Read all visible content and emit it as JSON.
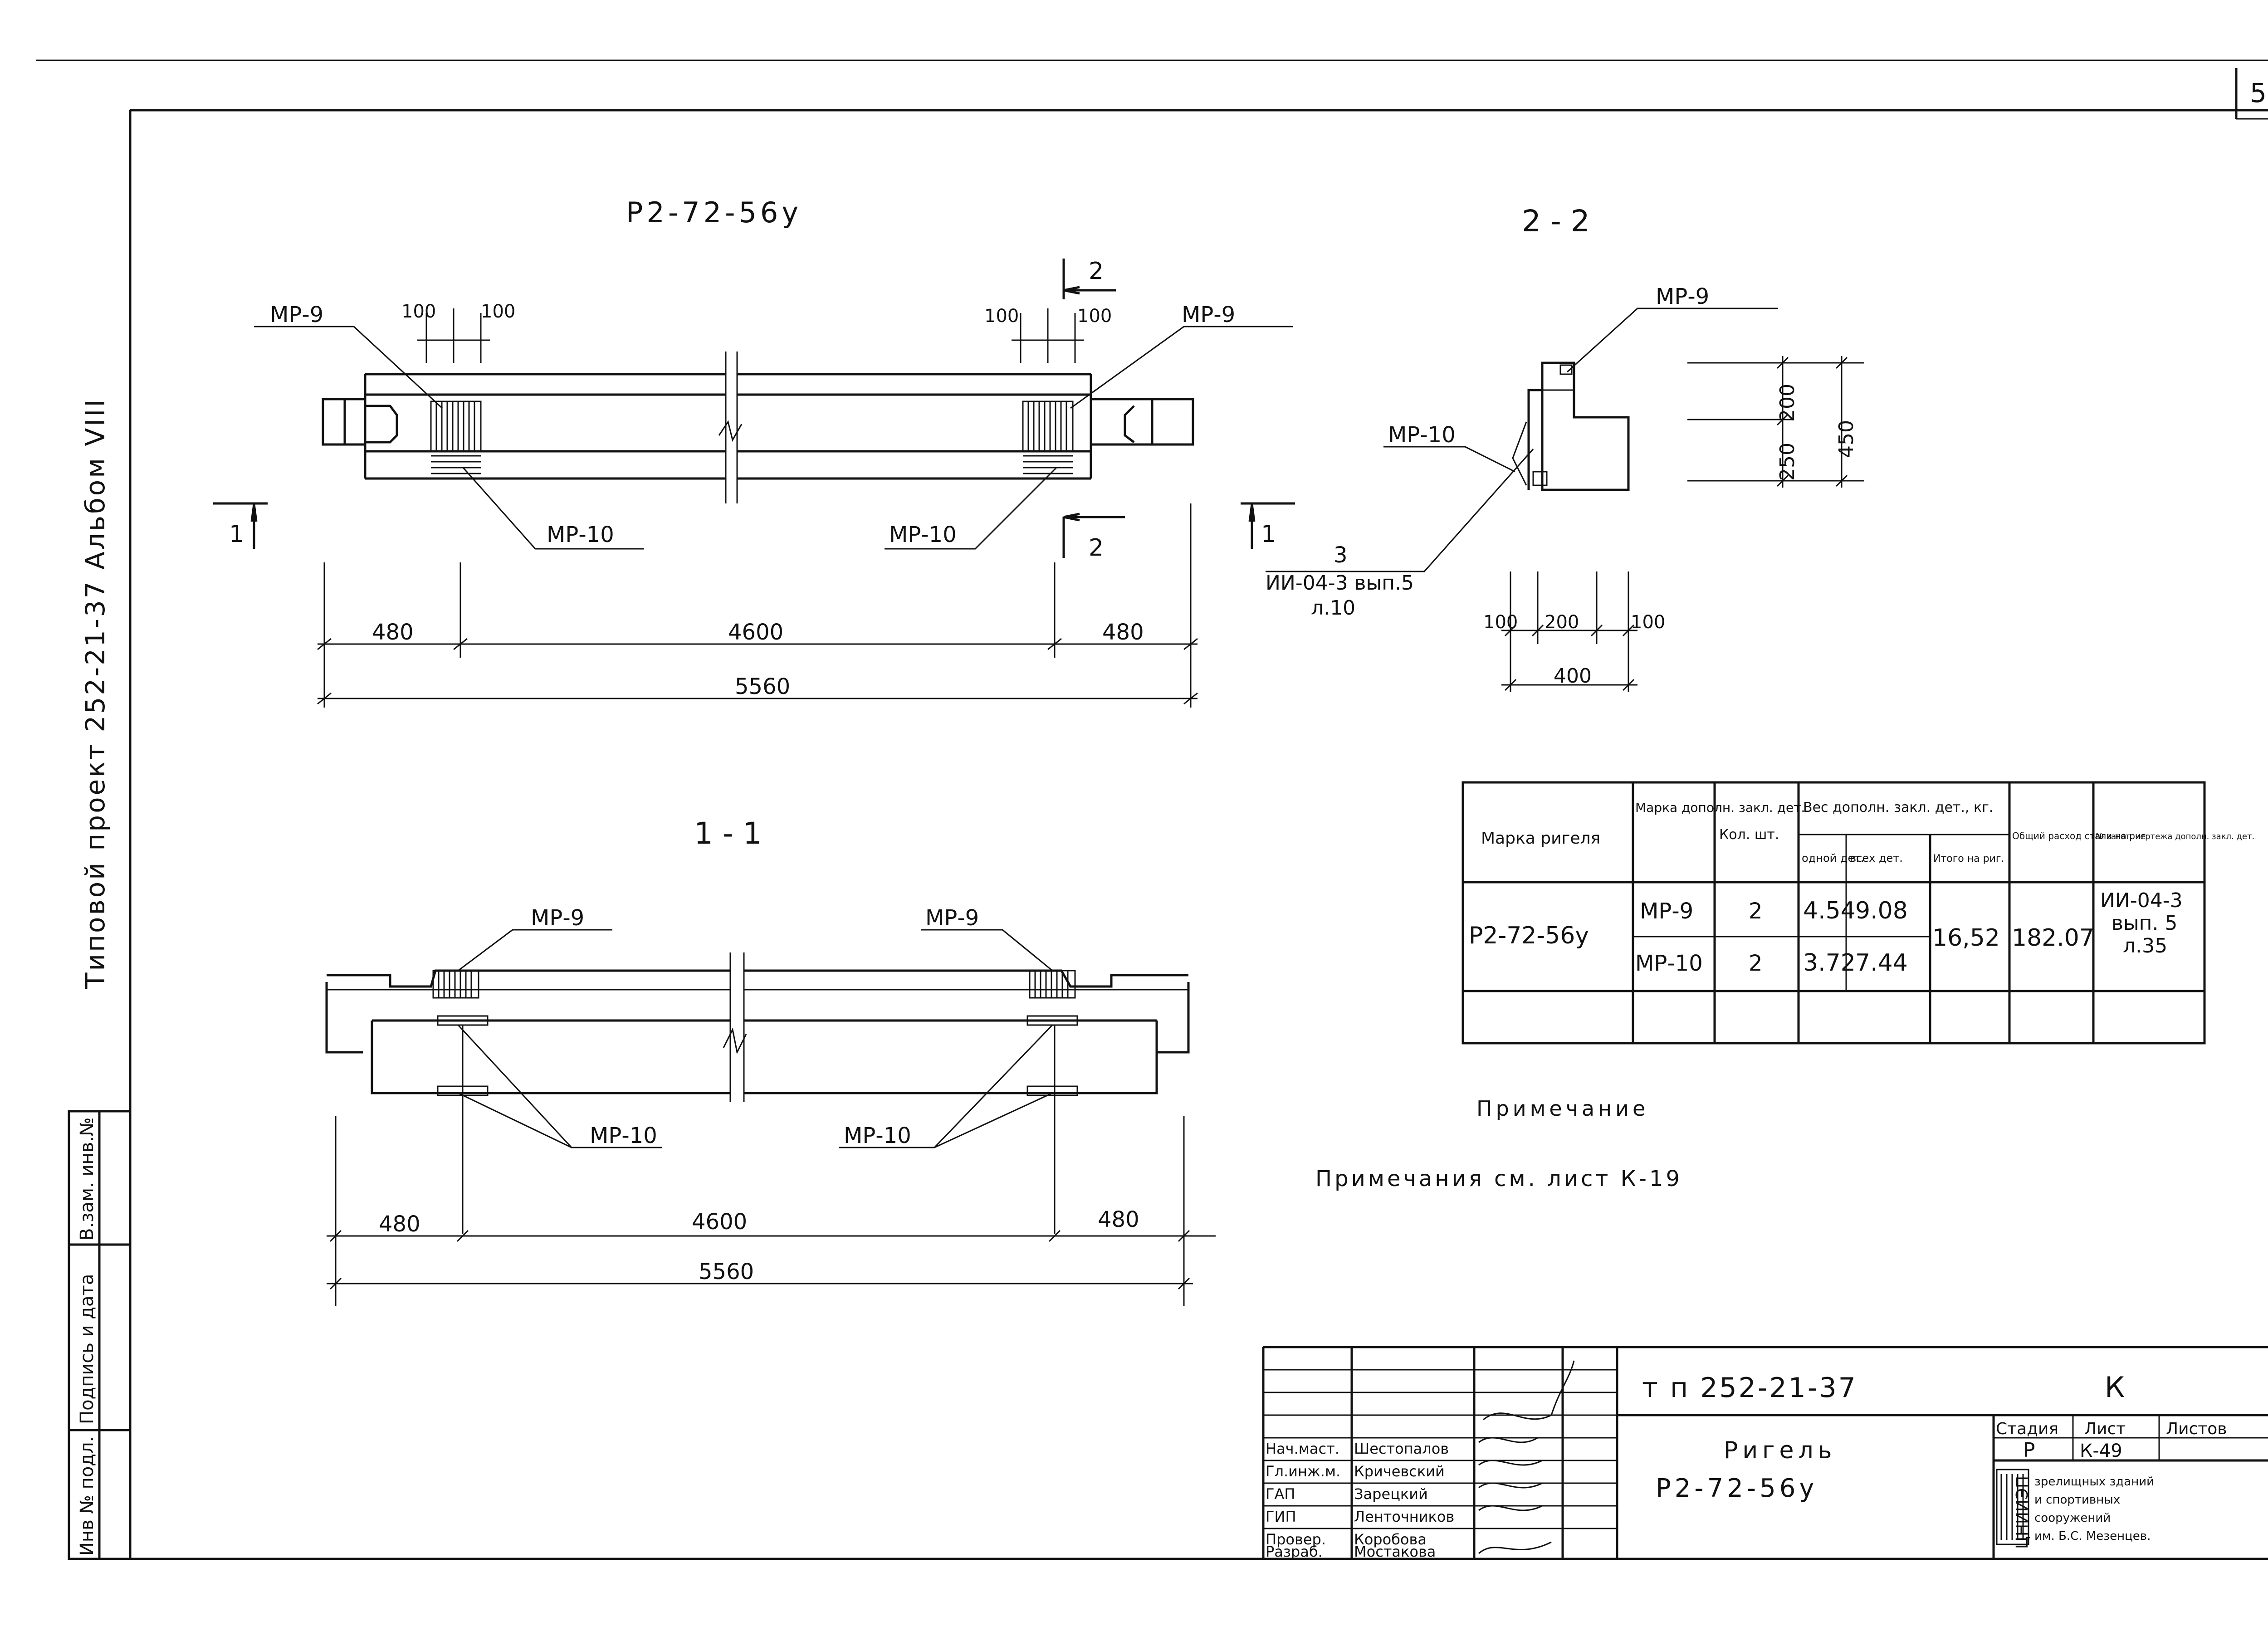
{
  "page_number": "5",
  "sidebar": {
    "vertical_title": "Типовой   проект 252-21-37     Альбом  VIII",
    "stamp_cells": [
      "Инв № подл.",
      "Подпись и дата",
      "В.зам. инв.№"
    ]
  },
  "views": {
    "plan": {
      "title": "Р2-72-56у",
      "mark_left_top": "МР-9",
      "mark_right_top": "МР-9",
      "mark_left_bottom": "МР-10",
      "mark_right_bottom": "МР-10",
      "dims_top_left": [
        "100",
        "100"
      ],
      "dims_top_right": [
        "100",
        "100"
      ],
      "section_1_label": "1",
      "section_2_label": "2",
      "dim_480_left": "480",
      "dim_4600": "4600",
      "dim_480_right": "480",
      "dim_total": "5560"
    },
    "section_2_2": {
      "title": "2 - 2",
      "mark_top": "МР-9",
      "mark_left": "МР-10",
      "ref_num": "3",
      "ref_series": "ИИ-04-3 вып.5",
      "ref_sheet": "л.10",
      "dim_200": "200",
      "dim_250": "250",
      "dim_450": "450",
      "dims_bottom": [
        "100",
        "200",
        "100"
      ],
      "dim_400": "400"
    },
    "section_1_1": {
      "title": "1 - 1",
      "mark_left_top": "МР-9",
      "mark_right_top": "МР-9",
      "mark_left_bottom": "МР-10",
      "mark_right_bottom": "МР-10",
      "dim_480_left": "480",
      "dim_4600": "4600",
      "dim_480_right": "480",
      "dim_total": "5560"
    }
  },
  "spec_table": {
    "headers": {
      "marka_rigelya": "Марка ригеля",
      "marka_dopoln": "Марка дополн. закл. дет.",
      "kol": "Кол. шт.",
      "ves_group": "Вес дополн. закл. дет., кг.",
      "odnoy": "одной дет.",
      "vseh": "всех дет.",
      "itogo": "Итого на риг.",
      "obshchiy": "Общий расход стали на риг",
      "nom_zagot": "№ загот. чертежа дополн. закл. дет."
    },
    "row": {
      "rigel": "Р2-72-56у",
      "items": [
        {
          "mark": "МР-9",
          "qty": "2",
          "one": "4.54",
          "all": "9.08"
        },
        {
          "mark": "МР-10",
          "qty": "2",
          "one": "3.72",
          "all": "7.44"
        }
      ],
      "itogo": "16,52",
      "obshchiy": "182.07",
      "chertezh": [
        "ИИ-04-3",
        "вып. 5",
        "л.35"
      ]
    }
  },
  "notes": {
    "heading": "Примечание",
    "text": "Примечания   см.   лист   К-19"
  },
  "title_block": {
    "project_code": "т п   252-21-37",
    "section_letter": "К",
    "object_name": "Ригель",
    "object_mark": "Р2-72-56у",
    "roles": [
      {
        "role": "Нач.маст.",
        "name": "Шестопалов"
      },
      {
        "role": "Гл.инж.м.",
        "name": "Кричевский"
      },
      {
        "role": "ГАП",
        "name": "Зарецкий"
      },
      {
        "role": "ГИП",
        "name": "Ленточников"
      },
      {
        "role": "Провер.",
        "name": "Коробова"
      },
      {
        "role": "Разраб.",
        "name": "Мостакова"
      }
    ],
    "stage_hdr": "Стадия",
    "sheet_hdr": "Лист",
    "sheets_hdr": "Листов",
    "stage": "Р",
    "sheet": "К-49",
    "org_logo": "ЦНИИЭП",
    "org_name": [
      "зрелищных зданий",
      "и спортивных",
      "сооружений",
      "им. Б.С. Мезенцев."
    ]
  }
}
